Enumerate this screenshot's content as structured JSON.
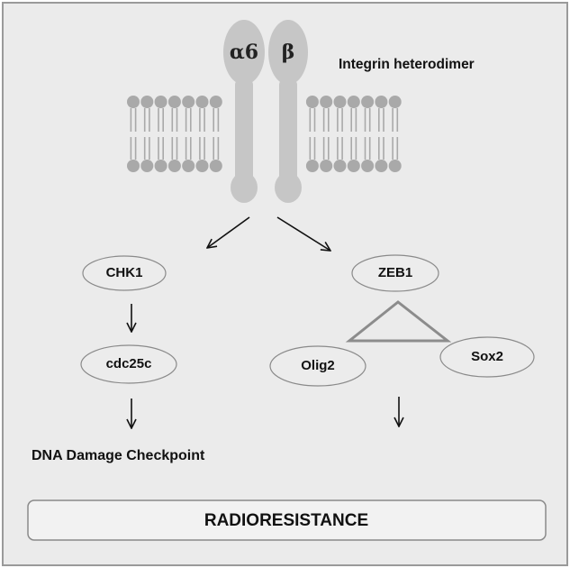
{
  "integrin": {
    "alpha_label": "α6",
    "beta_label": "β",
    "title": "Integrin heterodimer"
  },
  "nodes": {
    "chk1": "CHK1",
    "cdc25c": "cdc25c",
    "zeb1": "ZEB1",
    "olig2": "Olig2",
    "sox2": "Sox2"
  },
  "labels": {
    "checkpoint": "DNA Damage Checkpoint",
    "outcome": "RADIORESISTANCE"
  },
  "colors": {
    "panel_background": "#ebebeb",
    "panel_border": "#9a9a9a",
    "membrane": "#a9a9a9",
    "integrin_fill": "#c6c6c6",
    "node_fill": "#ececec",
    "node_stroke": "#8a8a8a",
    "triangle_stroke": "#8c8c8c",
    "arrow": "#111111"
  }
}
